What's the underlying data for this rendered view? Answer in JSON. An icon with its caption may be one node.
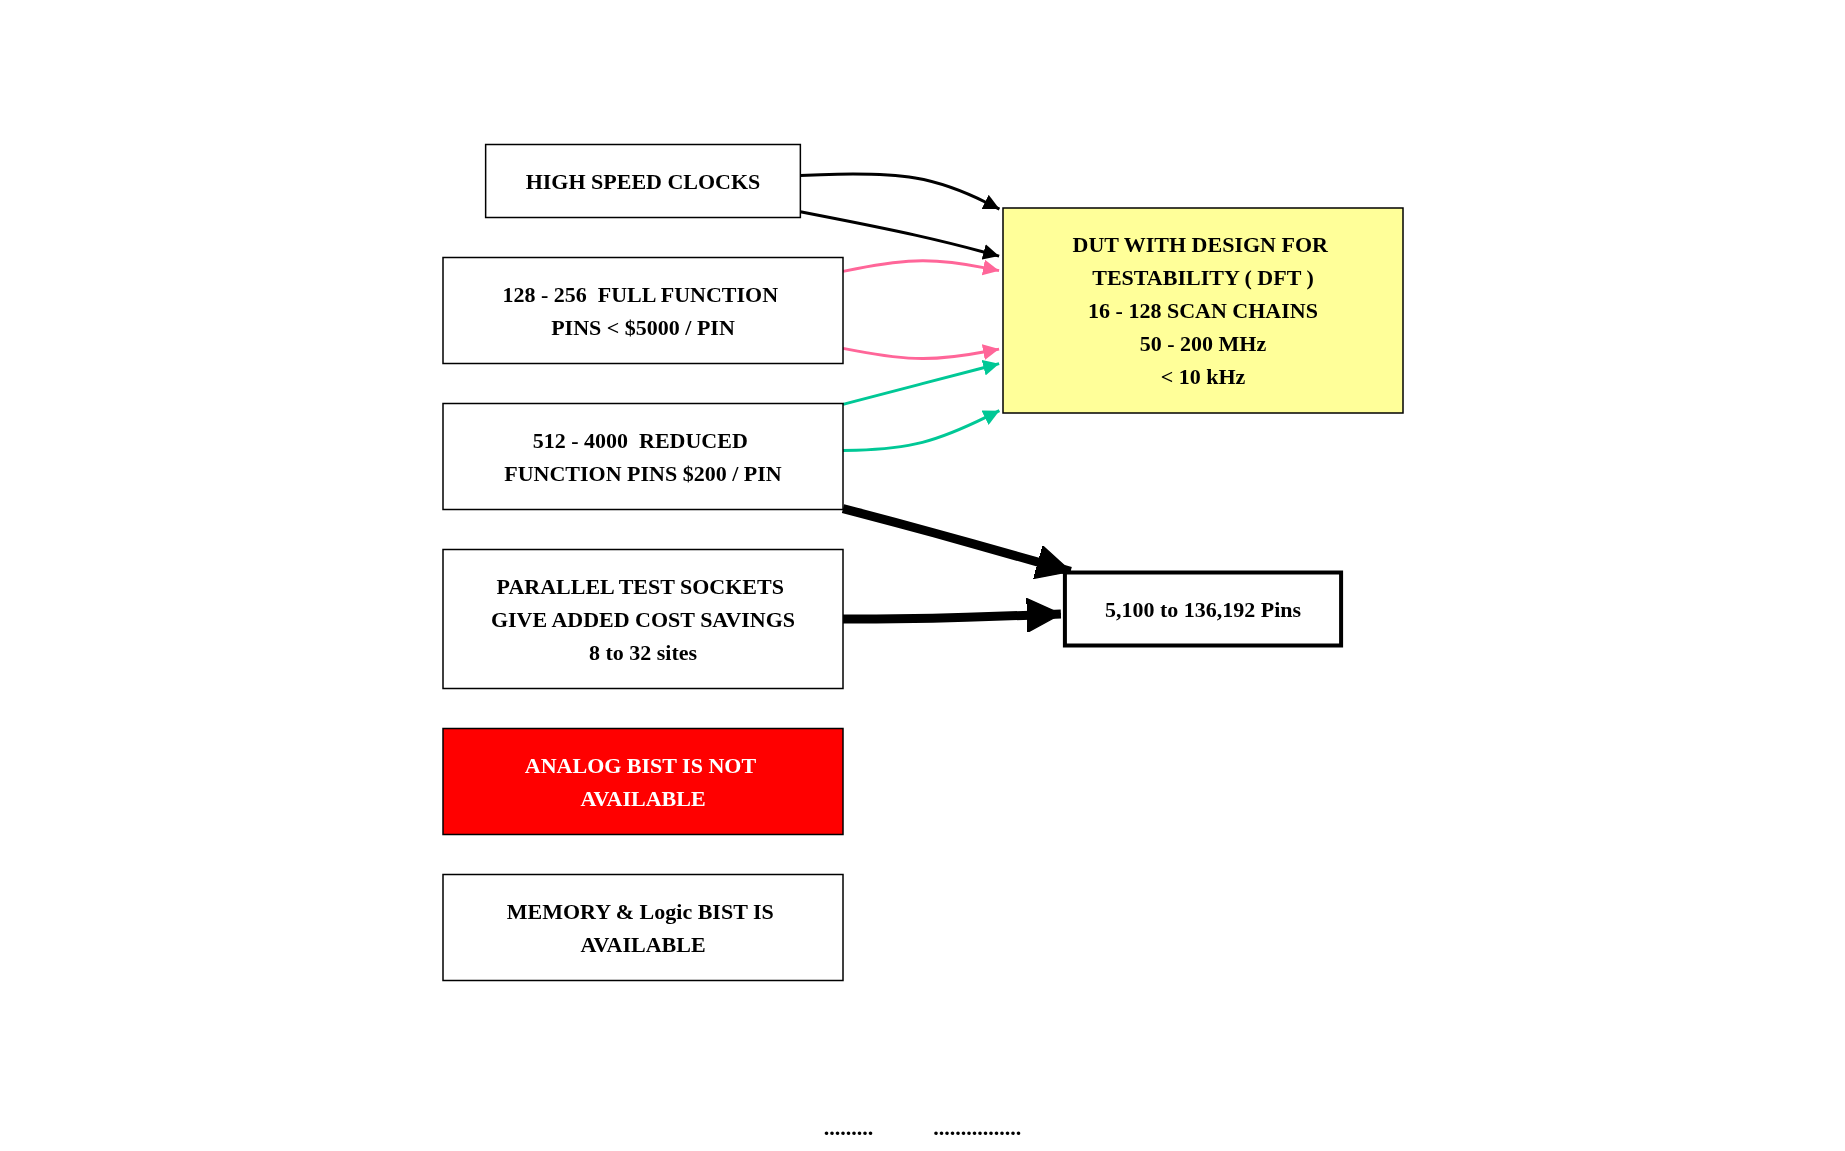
{
  "diagram": {
    "nodes": [
      {
        "text": [
          "HIGH SPEED CLOCKS"
        ]
      },
      {
        "text": [
          "DUT WITH DESIGN FOR TESTABILITY ( DFT )",
          "16 - 128 SCAN CHAINS",
          "50 - 200 MHz",
          "< 10 kHz"
        ]
      },
      {
        "text": [
          "ANALOG BIST IS NOT AVAILABLE"
        ]
      },
      {
        "text": [
          "MEMORY & Logic BIST IS AVAILABLE"
        ]
      },
      {
        "text": [
          "PARALLEL TEST SOCKETS GIVE ADDED COST SAVINGS",
          "8 to 32 sites"
        ]
      },
      {
        "text": [
          "128 - 256  FULL FUNCTION PINS < $5000 / PIN"
        ]
      },
      {
        "text": [
          "512 - 4000  REDUCED FUNCTION PINS $200 / PIN"
        ]
      },
      {
        "text": [
          "5,100 to 136,192 Pins"
        ]
      }
    ],
    "edges": [
      {
        "from": 0,
        "to": 1,
        "arrow": "to"
      },
      {
        "from": 0,
        "to": 1,
        "arrow": "to"
      },
      {
        "from": 5,
        "to": 1,
        "arrow": "to",
        "color": "#ff6699"
      },
      {
        "from": 5,
        "to": 1,
        "arrow": "to",
        "color": "#ff6699"
      },
      {
        "from": 6,
        "to": 1,
        "arrow": "to",
        "color": "#00c896"
      },
      {
        "from": 6,
        "to": 1,
        "arrow": "to",
        "color": "#00c896"
      },
      {
        "from": 4,
        "to": 7,
        "arrow": "to",
        "style": "thick"
      },
      {
        "from": 6,
        "to": 7,
        "arrow": "to",
        "style": "thick"
      }
    ],
    "labels": [
      ".........",
      "................"
    ]
  }
}
